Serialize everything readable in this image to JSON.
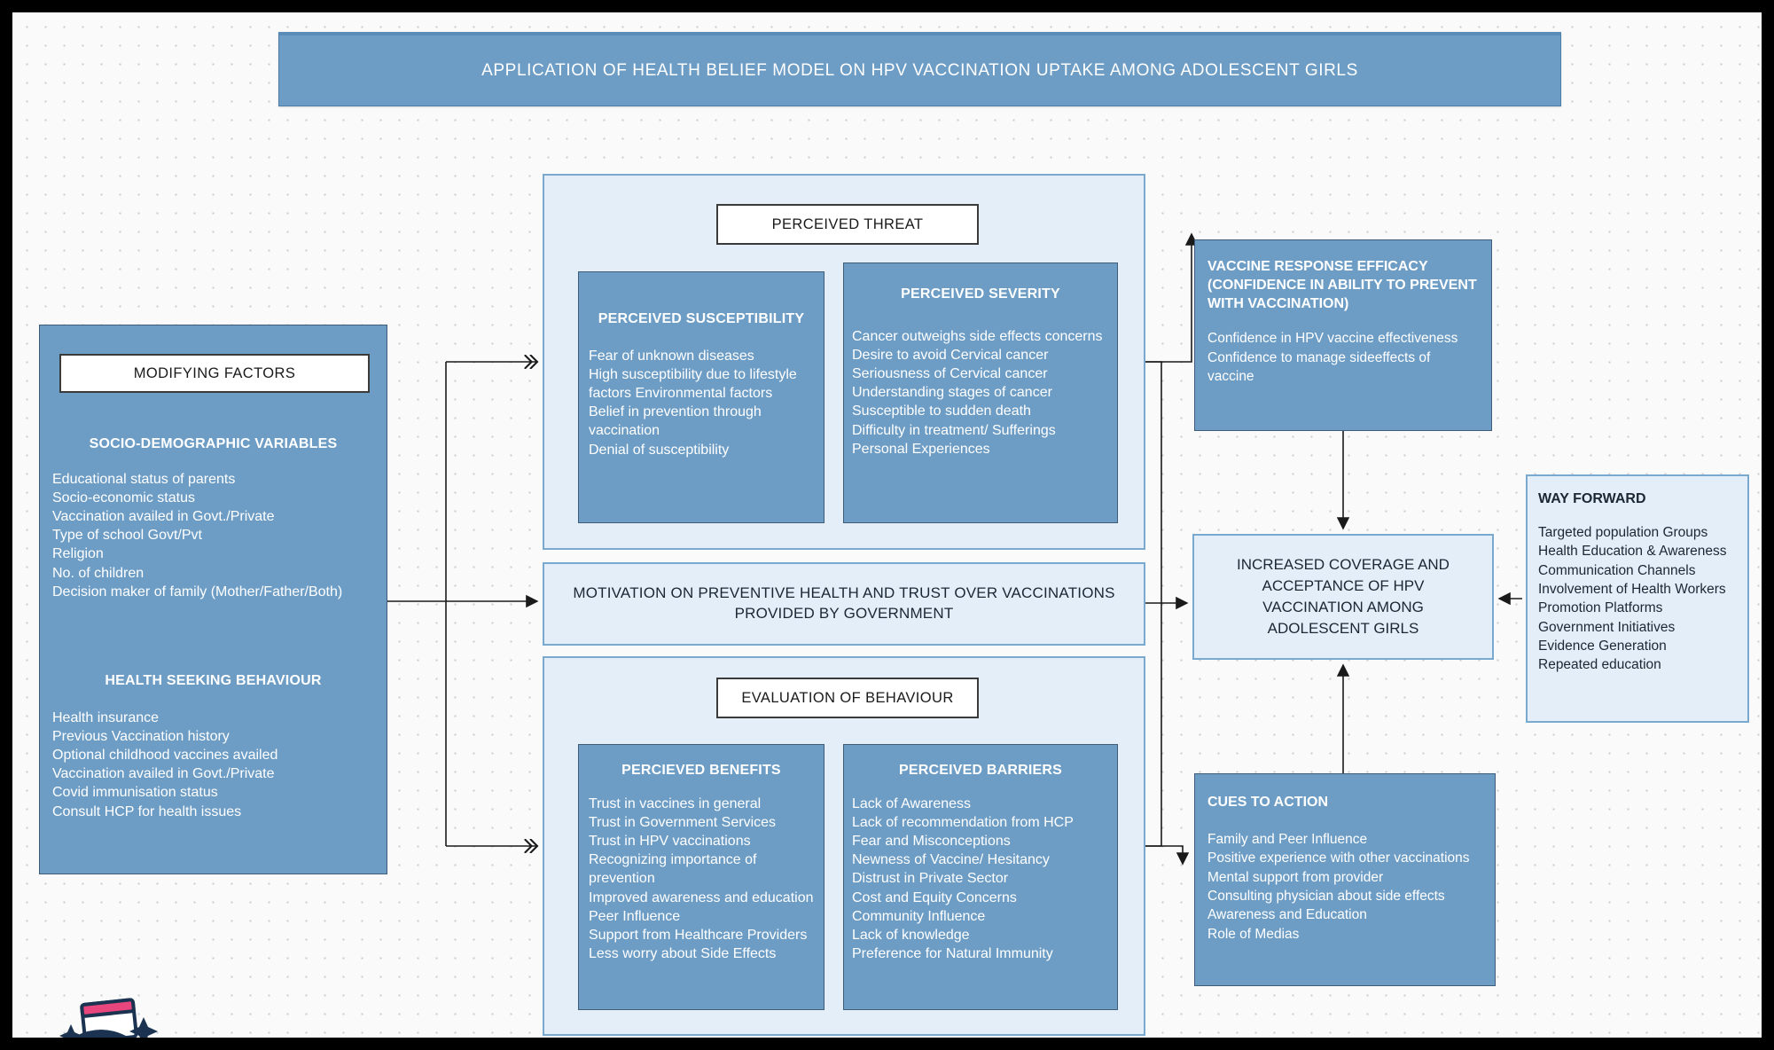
{
  "banner": {
    "title": "APPLICATION OF HEALTH BELIEF MODEL ON HPV VACCINATION UPTAKE AMONG ADOLESCENT GIRLS",
    "color": "#6d9dc5"
  },
  "modifying_factors": {
    "header": "MODIFYING FACTORS",
    "socio_demographic": {
      "title": "SOCIO-DEMOGRAPHIC VARIABLES",
      "items": [
        "Educational status of parents",
        "Socio-economic status",
        "Vaccination availed in Govt./Private",
        "Type of school Govt/Pvt",
        "Religion",
        "No. of children",
        "Decision maker of family (Mother/Father/Both)"
      ]
    },
    "health_seeking": {
      "title": "HEALTH SEEKING BEHAVIOUR",
      "items": [
        "Health insurance",
        "Previous Vaccination history",
        "Optional childhood vaccines availed",
        "Vaccination availed in Govt./Private",
        "Covid immunisation status",
        "Consult HCP for health issues"
      ]
    }
  },
  "perceived_threat": {
    "header": "PERCEIVED THREAT",
    "susceptibility": {
      "title": "PERCEIVED SUSCEPTIBILITY",
      "items": [
        "Fear of unknown diseases",
        "High susceptibility due to lifestyle",
        "factors Environmental factors",
        "Belief in prevention through",
        "vaccination",
        "Denial of susceptibility"
      ]
    },
    "severity": {
      "title": "PERCEIVED SEVERITY",
      "items": [
        "Cancer outweighs side effects concerns",
        "Desire to avoid Cervical cancer",
        "Seriousness of Cervical cancer",
        "Understanding stages of cancer",
        "Susceptible to sudden death",
        "Difficulty in treatment/ Sufferings",
        "Personal Experiences"
      ]
    }
  },
  "motivation": {
    "text": "MOTIVATION ON PREVENTIVE HEALTH  AND TRUST OVER VACCINATIONS PROVIDED BY GOVERNMENT"
  },
  "evaluation_of_behaviour": {
    "header": "EVALUATION OF BEHAVIOUR",
    "benefits": {
      "title": "PERCIEVED BENEFITS",
      "items": [
        "Trust in vaccines in general",
        "Trust in Government Services",
        "Trust in HPV vaccinations",
        "Recognizing importance of",
        "prevention",
        "Improved awareness and education",
        "Peer Influence",
        "Support from Healthcare Providers",
        "Less worry about Side Effects"
      ]
    },
    "barriers": {
      "title": "PERCEIVED BARRIERS",
      "items": [
        "Lack of Awareness",
        "Lack of recommendation from HCP",
        "Fear and Misconceptions",
        "Newness of Vaccine/ Hesitancy",
        "Distrust in Private Sector",
        "Cost and Equity Concerns",
        "Community Influence",
        "Lack of knowledge",
        "Preference for Natural Immunity"
      ]
    }
  },
  "vaccine_response_efficacy": {
    "title_lines": [
      "VACCINE RESPONSE EFFICACY",
      "(CONFIDENCE IN ABILITY TO PREVENT",
      "WITH VACCINATION)"
    ],
    "items": [
      "Confidence in HPV vaccine  effectiveness",
      "Confidence to manage sideeffects of",
      "vaccine"
    ]
  },
  "goal": {
    "text": "INCREASED COVERAGE AND ACCEPTANCE OF HPV VACCINATION AMONG ADOLESCENT GIRLS"
  },
  "cues_to_action": {
    "title": "CUES TO ACTION",
    "items": [
      "Family and Peer Influence",
      "Positive experience with other vaccinations",
      "Mental support from provider",
      "Consulting physician about side effects",
      "Awareness and Education",
      "Role of Medias"
    ]
  },
  "way_forward": {
    "title": "WAY FORWARD",
    "items": [
      "Targeted population Groups",
      "Health Education & Awareness",
      "Communication Channels",
      "Involvement of Health Workers",
      "Promotion Platforms",
      "Government Initiatives",
      "Evidence Generation",
      "Repeated education"
    ]
  },
  "palette": {
    "solid_blue": "#6d9dc5",
    "pale_blue": "#e4eef8",
    "border_blue": "#7aa9d0",
    "text_dark": "#1b2733",
    "connector": "#1a1a1a"
  }
}
